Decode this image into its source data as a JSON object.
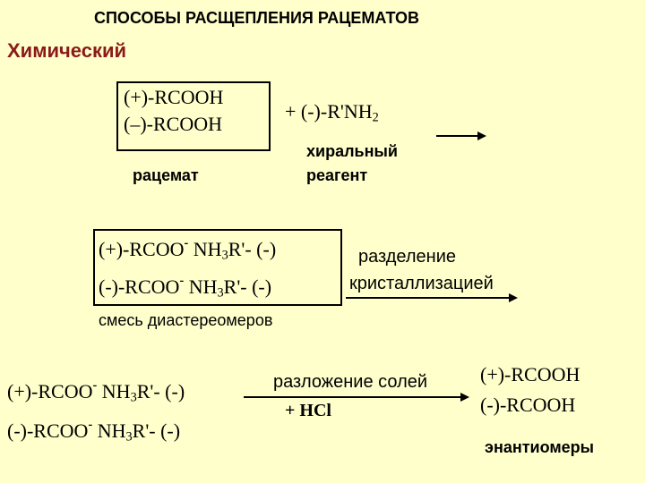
{
  "title": "СПОСОБЫ РАСЩЕПЛЕНИЯ РАЦЕМАТОВ",
  "section": "Химический",
  "step1": {
    "racemate_line1": "(+)-RCOOH",
    "racemate_line2": "(–)-RCOOH",
    "racemate_label": "рацемат",
    "reagent_prefix": "+  (-)-R'NH",
    "reagent_sub": "2",
    "reagent_label_line1": "хиральный",
    "reagent_label_line2": "реагент"
  },
  "step2": {
    "line1_a": "(+)-RCOO",
    "line1_sup": "-",
    "line1_b": " NH",
    "line1_sub": "3",
    "line1_c": "R'- (-)",
    "line2_a": "(-)-RCOO",
    "line2_sup": "-",
    "line2_b": " NH",
    "line2_sub": "3",
    "line2_c": "R'- (-)",
    "mixture_label": "смесь диастереомеров",
    "arrow_label_line1": "разделение",
    "arrow_label_line2": "кристаллизацией"
  },
  "step3": {
    "line1_a": "(+)-RCOO",
    "line1_sup": "-",
    "line1_b": " NH",
    "line1_sub": "3",
    "line1_c": "R'- (-)",
    "line2_a": "(-)-RCOO",
    "line2_sup": "-",
    "line2_b": " NH",
    "line2_sub": "3",
    "line2_c": "R'- (-)",
    "arrow_label": "разложение солей",
    "arrow_reagent": "+ HCl",
    "product_line1": "(+)-RCOOH",
    "product_line2": "(-)-RCOOH",
    "product_label": "энантиомеры"
  },
  "colors": {
    "background": "#ffffcc",
    "section": "#8b1a1a"
  }
}
